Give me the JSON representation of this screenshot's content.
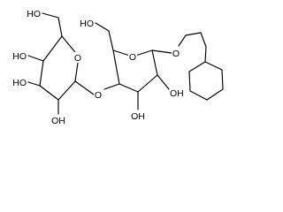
{
  "molecule": {
    "atom_labels": {
      "o_ring_left": "O",
      "o_ring_right": "O",
      "o_glycosidic": "O",
      "o_ether": "O",
      "ho_top_left": "HO",
      "ho_left_upper": "HO",
      "ho_left_lower": "HO",
      "oh_left_bottom": "OH",
      "ho_top_middle": "HO",
      "oh_bottom_middle": "OH",
      "oh_right_middle": "OH"
    }
  }
}
